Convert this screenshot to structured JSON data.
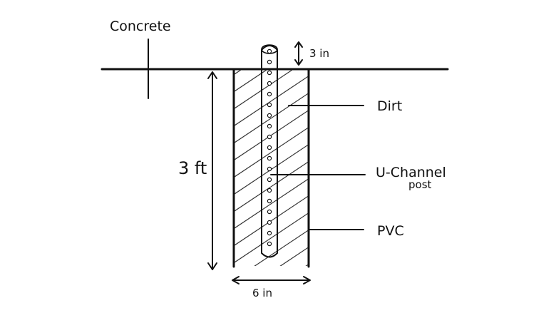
{
  "labels": {
    "concrete": "Concrete",
    "depth": "3 ft",
    "width": "6 in",
    "extension": "3 in",
    "dirt": "Dirt",
    "post_line1": "U-Channel",
    "post_line2": "post",
    "pvc": "PVC"
  },
  "colors": {
    "ink": "#111111",
    "background": "#ffffff"
  }
}
